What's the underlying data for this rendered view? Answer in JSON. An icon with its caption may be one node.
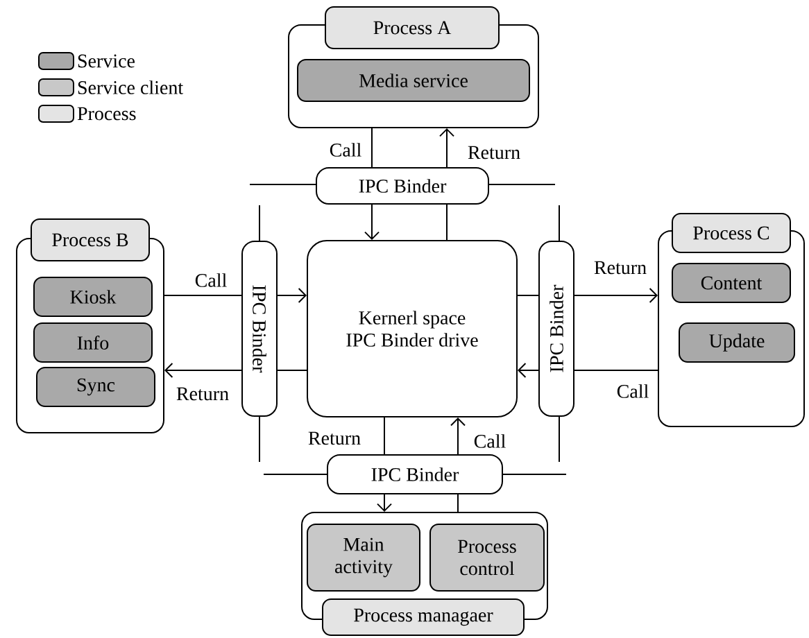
{
  "diagram": {
    "nodes": [
      {
        "text": [
          "Process A"
        ]
      },
      {
        "text": [
          "Media service"
        ],
        "in": 0
      },
      {
        "text": [
          "IPC Binder"
        ]
      },
      {
        "text": [
          "Process B"
        ]
      },
      {
        "text": [
          "Kiosk"
        ],
        "in": 3
      },
      {
        "text": [
          "Info"
        ],
        "in": 3
      },
      {
        "text": [
          "Sync"
        ],
        "in": 3
      },
      {
        "text": [
          "IPC Binder"
        ]
      },
      {
        "text": [
          "Kernerl space",
          "IPC Binder drive"
        ]
      },
      {
        "text": [
          "IPC Binder"
        ]
      },
      {
        "text": [
          "Process C"
        ]
      },
      {
        "text": [
          "Content"
        ],
        "in": 10
      },
      {
        "text": [
          "Update"
        ],
        "in": 10
      },
      {
        "text": [
          "IPC Binder"
        ]
      },
      {
        "text": [
          "Process managaer"
        ]
      },
      {
        "text": [
          "Main activity"
        ],
        "in": 14
      },
      {
        "text": [
          "Process control"
        ],
        "in": 14
      }
    ],
    "edges": [
      {
        "from": 0,
        "to": 2,
        "arrow": "none",
        "label": "Call"
      },
      {
        "from": 2,
        "to": 8,
        "arrow": "to"
      },
      {
        "from": 8,
        "to": 2,
        "arrow": "none"
      },
      {
        "from": 2,
        "to": 0,
        "arrow": "to",
        "label": "Return"
      },
      {
        "from": 3,
        "to": 7,
        "arrow": "none",
        "label": "Call"
      },
      {
        "from": 7,
        "to": 8,
        "arrow": "to"
      },
      {
        "from": 8,
        "to": 7,
        "arrow": "none"
      },
      {
        "from": 7,
        "to": 3,
        "arrow": "to",
        "label": "Return"
      },
      {
        "from": 8,
        "to": 9,
        "arrow": "none"
      },
      {
        "from": 9,
        "to": 10,
        "arrow": "to",
        "label": "Return"
      },
      {
        "from": 10,
        "to": 9,
        "arrow": "none",
        "label": "Call"
      },
      {
        "from": 9,
        "to": 8,
        "arrow": "to"
      },
      {
        "from": 8,
        "to": 13,
        "arrow": "none",
        "label": "Return"
      },
      {
        "from": 13,
        "to": 14,
        "arrow": "to"
      },
      {
        "from": 14,
        "to": 13,
        "arrow": "none"
      },
      {
        "from": 13,
        "to": 8,
        "arrow": "to",
        "label": "Call"
      }
    ],
    "legend": [
      {
        "text": "Service",
        "color": "#a9a9a9"
      },
      {
        "text": "Service client",
        "color": "#c8c8c8"
      },
      {
        "text": "Process",
        "color": "#e4e4e4"
      }
    ]
  }
}
